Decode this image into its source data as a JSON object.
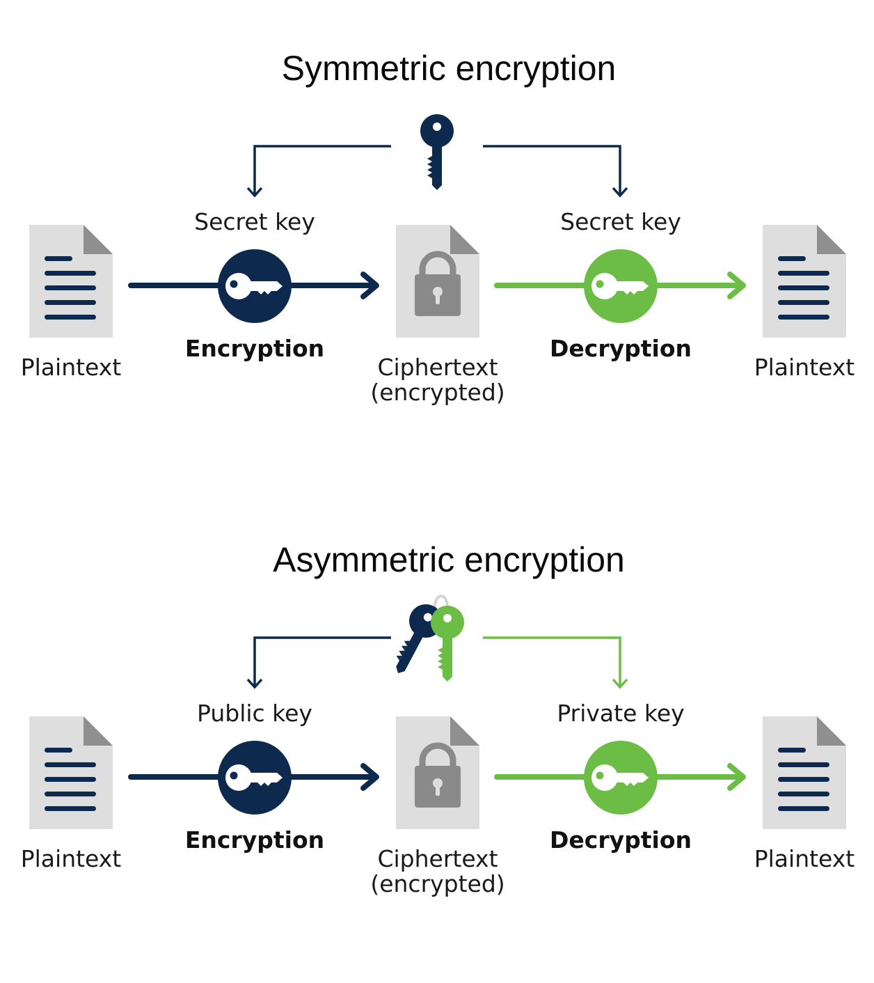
{
  "colors": {
    "navy": "#0d2a4e",
    "green": "#6cbd45",
    "doc_fill": "#dedede",
    "doc_fold": "#8f8f8f",
    "lock": "#8a8a8a"
  },
  "symmetric": {
    "title": "Symmetric encryption",
    "key_icon": "single-key-icon",
    "left_key_label": "Secret key",
    "right_key_label": "Secret key",
    "encryption_label": "Encryption",
    "decryption_label": "Decryption",
    "plaintext_left": "Plaintext",
    "ciphertext_line1": "Ciphertext",
    "ciphertext_line2": "(encrypted)",
    "plaintext_right": "Plaintext"
  },
  "asymmetric": {
    "title": "Asymmetric encryption",
    "key_icon": "key-pair-icon",
    "left_key_label": "Public key",
    "right_key_label": "Private key",
    "encryption_label": "Encryption",
    "decryption_label": "Decryption",
    "plaintext_left": "Plaintext",
    "ciphertext_line1": "Ciphertext",
    "ciphertext_line2": "(encrypted)",
    "plaintext_right": "Plaintext"
  }
}
